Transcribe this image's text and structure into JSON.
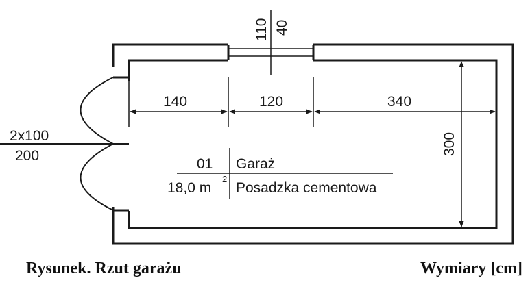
{
  "window": {
    "width_mm_label": "110",
    "height_mm_label": "40"
  },
  "dimensions": {
    "segment_1": "140",
    "segment_2": "120",
    "segment_3": "340",
    "height": "300"
  },
  "door": {
    "size_label": "2x100",
    "height_label": "200"
  },
  "room": {
    "number": "01",
    "name": "Garaż",
    "area_value": "18,0 m",
    "area_exponent": "2",
    "floor": "Posadzka cementowa"
  },
  "caption": {
    "title": "Rysunek. Rzut garażu",
    "units": "Wymiary [cm]"
  },
  "colors": {
    "line": "#1a1a1a",
    "background": "#ffffff"
  }
}
